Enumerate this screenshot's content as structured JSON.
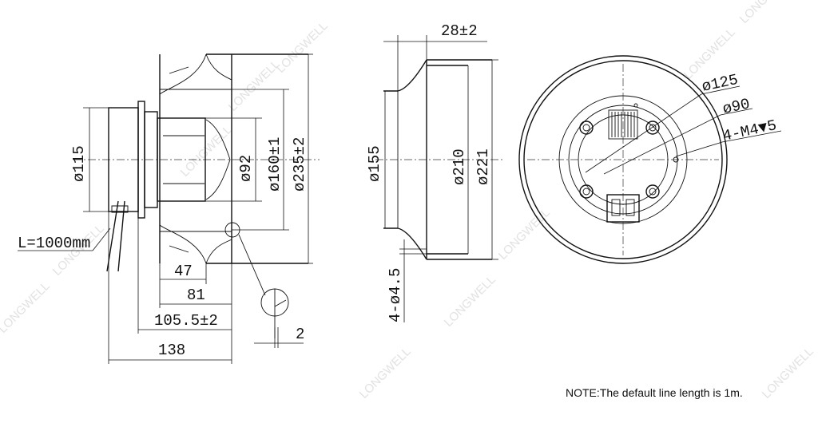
{
  "dims": {
    "d115": "ø115",
    "d92": "ø92",
    "d160": "ø160±1",
    "d235": "ø235±2",
    "cable": "L=1000mm",
    "w47": "47",
    "w81": "81",
    "w105": "105.5±2",
    "w138": "138",
    "w2": "2",
    "w28": "28±2",
    "d155": "ø155",
    "d210": "ø210",
    "d221": "ø221",
    "holes": "4-ø4.5",
    "d125": "ø125",
    "d90": "ø90",
    "m4": "4-M4▼5"
  },
  "watermark": "LONGWELL",
  "note": "NOTE:The default line length is 1m."
}
